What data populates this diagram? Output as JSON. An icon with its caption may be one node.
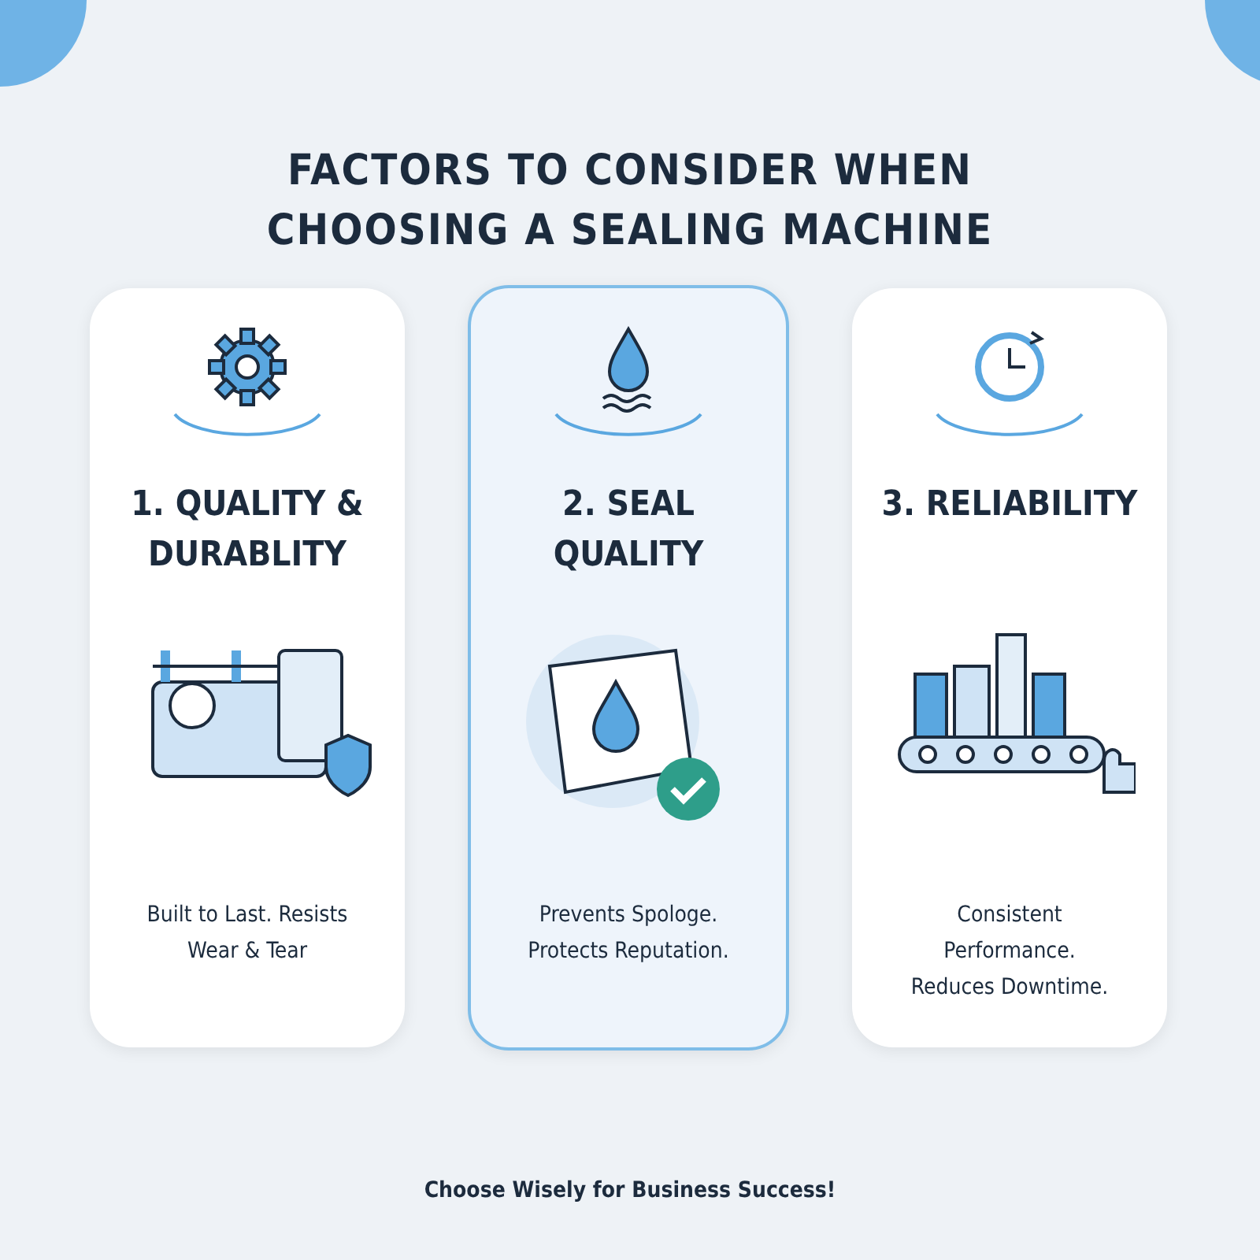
{
  "diagram": {
    "title": "FACTORS TO CONSIDER WHEN CHOOSING A SEALING MACHINE",
    "nodes": [
      {
        "text": [
          "1. QUALITY & DURABLITY",
          "Built to Last. Resists Wear & Tear"
        ]
      },
      {
        "text": [
          "2. SEAL QUALITY",
          "Prevents Spologe. Protects Reputation."
        ]
      },
      {
        "text": [
          "3. RELIABILITY",
          "Consistent Performance. Reduces Downtime."
        ]
      }
    ],
    "labels": [
      "Choose Wisely for Business Success!"
    ]
  }
}
